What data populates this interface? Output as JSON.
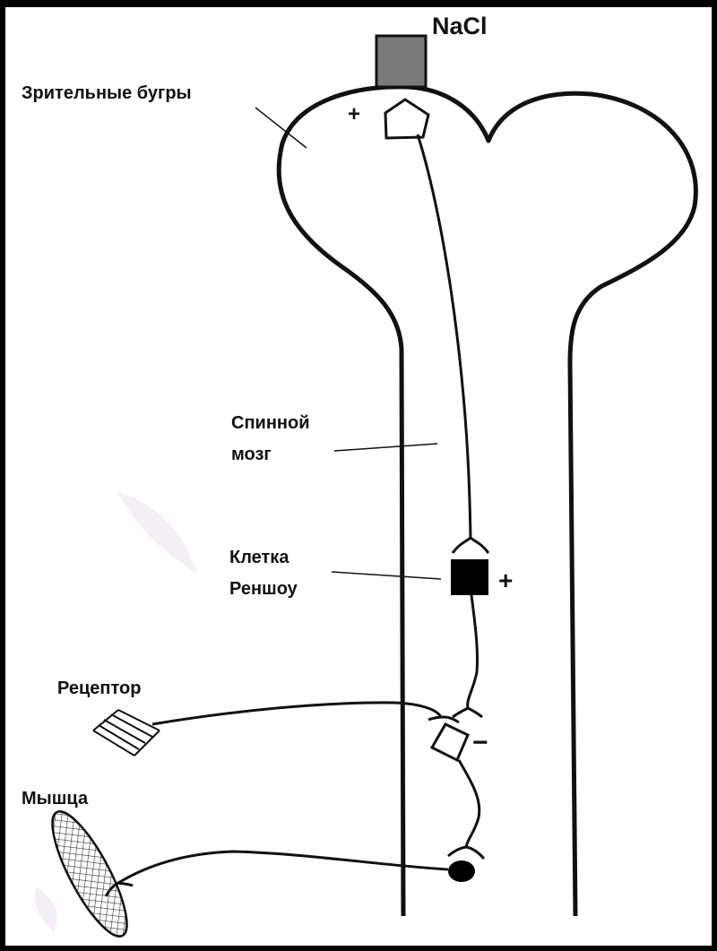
{
  "labels": {
    "nacl": "NaCl",
    "thalamus": "Зрительные бугры",
    "spinal_cord_line1": "Спинной",
    "spinal_cord_line2": "мозг",
    "renshaw_line1": "Клетка",
    "renshaw_line2": "Реншоу",
    "receptor": "Рецептор",
    "muscle": "Мышца"
  },
  "signs": {
    "thalamus_cell": "+",
    "renshaw_cell": "+",
    "inhibitory_cell": "−"
  },
  "colors": {
    "frame": "#000000",
    "background": "#ffffff",
    "outline": "#111111",
    "nacl_box": "#7a7a7a",
    "renshaw_cell": "#000000",
    "motor_neuron": "#000000",
    "faint_mark": "#f1e6f2"
  }
}
